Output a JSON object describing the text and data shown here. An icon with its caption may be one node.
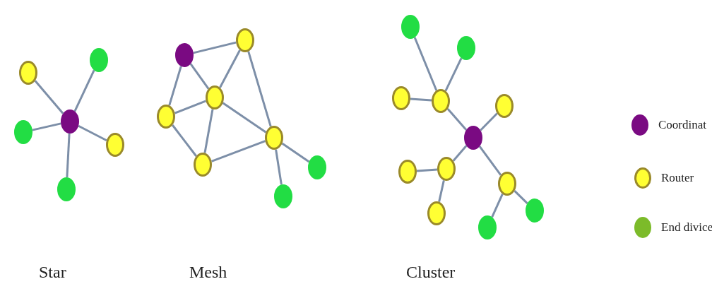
{
  "diagram": {
    "nodes": [
      {
        "text": [],
        "shape": "circle"
      },
      {
        "text": [],
        "shape": "circle"
      },
      {
        "text": [],
        "shape": "circle"
      },
      {
        "text": [],
        "shape": "circle"
      },
      {
        "text": [],
        "shape": "circle"
      },
      {
        "text": [],
        "shape": "circle"
      },
      {
        "text": [],
        "shape": "circle"
      },
      {
        "text": [],
        "shape": "circle"
      },
      {
        "text": [],
        "shape": "circle"
      },
      {
        "text": [],
        "shape": "circle"
      },
      {
        "text": [],
        "shape": "circle"
      },
      {
        "text": [],
        "shape": "circle"
      },
      {
        "text": [],
        "shape": "circle"
      },
      {
        "text": [],
        "shape": "circle"
      },
      {
        "text": [],
        "shape": "circle"
      },
      {
        "text": [],
        "shape": "circle"
      },
      {
        "text": [],
        "shape": "circle"
      },
      {
        "text": [],
        "shape": "circle"
      },
      {
        "text": [],
        "shape": "circle"
      },
      {
        "text": [],
        "shape": "circle"
      },
      {
        "text": [],
        "shape": "circle"
      },
      {
        "text": [],
        "shape": "circle"
      },
      {
        "text": [],
        "shape": "circle"
      },
      {
        "text": [],
        "shape": "circle"
      },
      {
        "text": [],
        "shape": "circle"
      },
      {
        "text": [],
        "shape": "circle"
      }
    ],
    "edges": [
      {
        "from": 0,
        "to": 1,
        "arrow": "none"
      },
      {
        "from": 0,
        "to": 2,
        "arrow": "none"
      },
      {
        "from": 0,
        "to": 3,
        "arrow": "none"
      },
      {
        "from": 0,
        "to": 4,
        "arrow": "none"
      },
      {
        "from": 0,
        "to": 5,
        "arrow": "none"
      },
      {
        "from": 6,
        "to": 7,
        "arrow": "none"
      },
      {
        "from": 6,
        "to": 8,
        "arrow": "none"
      },
      {
        "from": 6,
        "to": 9,
        "arrow": "none"
      },
      {
        "from": 7,
        "to": 8,
        "arrow": "none"
      },
      {
        "from": 7,
        "to": 10,
        "arrow": "none"
      },
      {
        "from": 8,
        "to": 9,
        "arrow": "none"
      },
      {
        "from": 8,
        "to": 11,
        "arrow": "none"
      },
      {
        "from": 8,
        "to": 10,
        "arrow": "none"
      },
      {
        "from": 9,
        "to": 11,
        "arrow": "none"
      },
      {
        "from": 11,
        "to": 10,
        "arrow": "none"
      },
      {
        "from": 10,
        "to": 12,
        "arrow": "none"
      },
      {
        "from": 10,
        "to": 13,
        "arrow": "none"
      },
      {
        "from": 17,
        "to": 14,
        "arrow": "none"
      },
      {
        "from": 17,
        "to": 15,
        "arrow": "none"
      },
      {
        "from": 16,
        "to": 17,
        "arrow": "none"
      },
      {
        "from": 17,
        "to": 19,
        "arrow": "none"
      },
      {
        "from": 19,
        "to": 18,
        "arrow": "none"
      },
      {
        "from": 19,
        "to": 21,
        "arrow": "none"
      },
      {
        "from": 21,
        "to": 20,
        "arrow": "none"
      },
      {
        "from": 21,
        "to": 23,
        "arrow": "none"
      },
      {
        "from": 19,
        "to": 22,
        "arrow": "none"
      },
      {
        "from": 22,
        "to": 24,
        "arrow": "none"
      },
      {
        "from": 22,
        "to": 25,
        "arrow": "none"
      }
    ],
    "labels": [
      "Star",
      "Mesh",
      "Cluster"
    ],
    "legend": [
      {
        "text": "Coordinat",
        "color": "#7a0a82"
      },
      {
        "text": "Router",
        "color": "#ffff33"
      },
      {
        "text": "End divice",
        "color": "#7cbb2a"
      }
    ]
  }
}
